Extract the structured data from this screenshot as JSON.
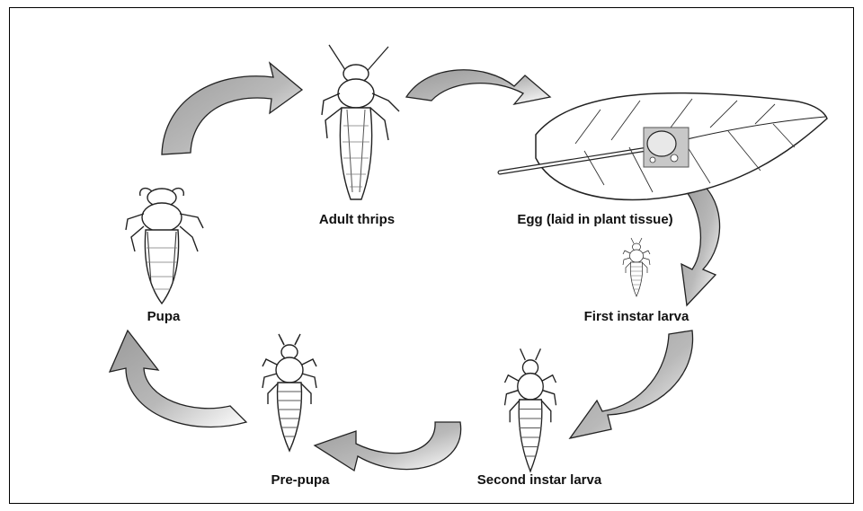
{
  "stages": {
    "adult": "Adult thrips",
    "egg": "Egg (laid in plant tissue)",
    "first_instar": "First instar larva",
    "second_instar": "Second instar larva",
    "pre_pupa": "Pre-pupa",
    "pupa": "Pupa"
  },
  "colors": {
    "arrow_fill": "#a9a9a9",
    "arrow_highlight": "#ffffff",
    "line": "#222222",
    "egg_patch": "#c8c8c8"
  }
}
